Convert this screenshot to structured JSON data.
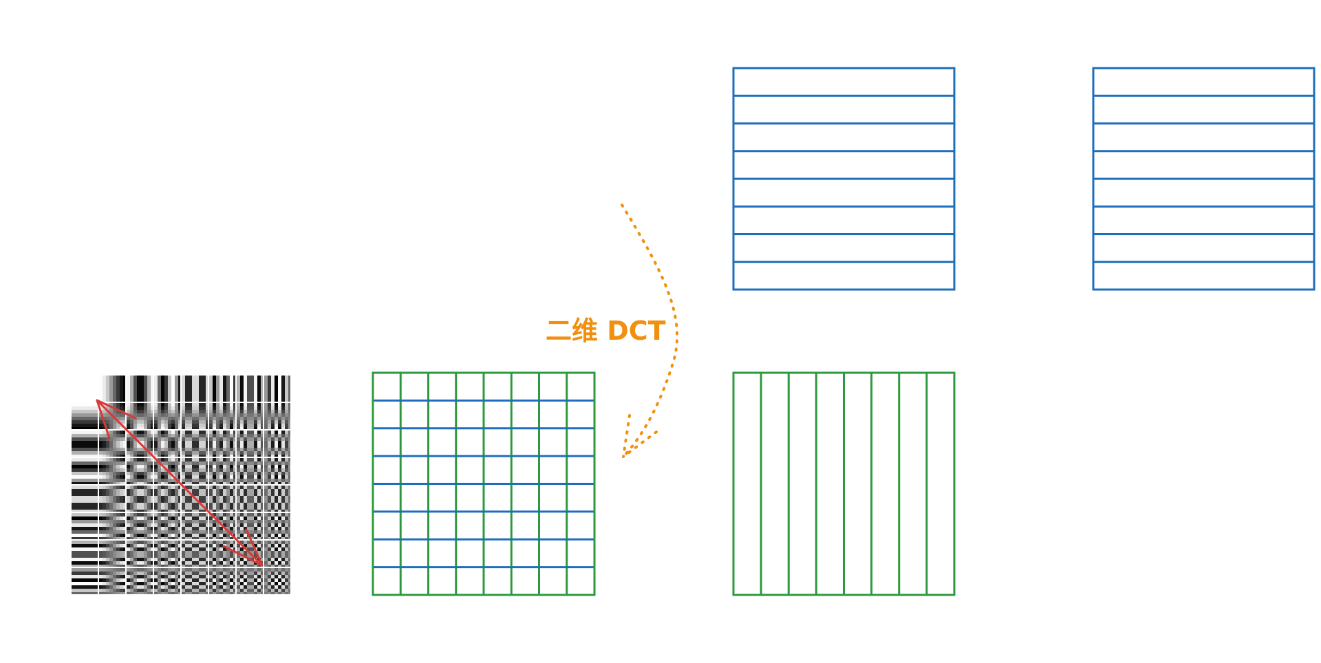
{
  "label": {
    "text": "二维  DCT",
    "color": "#f0900e"
  },
  "colors": {
    "blue": "#1e6fbb",
    "green": "#2d9a3f",
    "arrow_red": "#d63a36",
    "curve_orange": "#f0900e",
    "background": "#ffffff"
  },
  "grids": {
    "top_left_rows": 8,
    "top_right_rows": 8,
    "bottom_left_cells": 8,
    "bottom_right_columns": 8
  },
  "basis_patterns": {
    "size": 8,
    "description_icon": "dct-basis-pattern-icon"
  }
}
